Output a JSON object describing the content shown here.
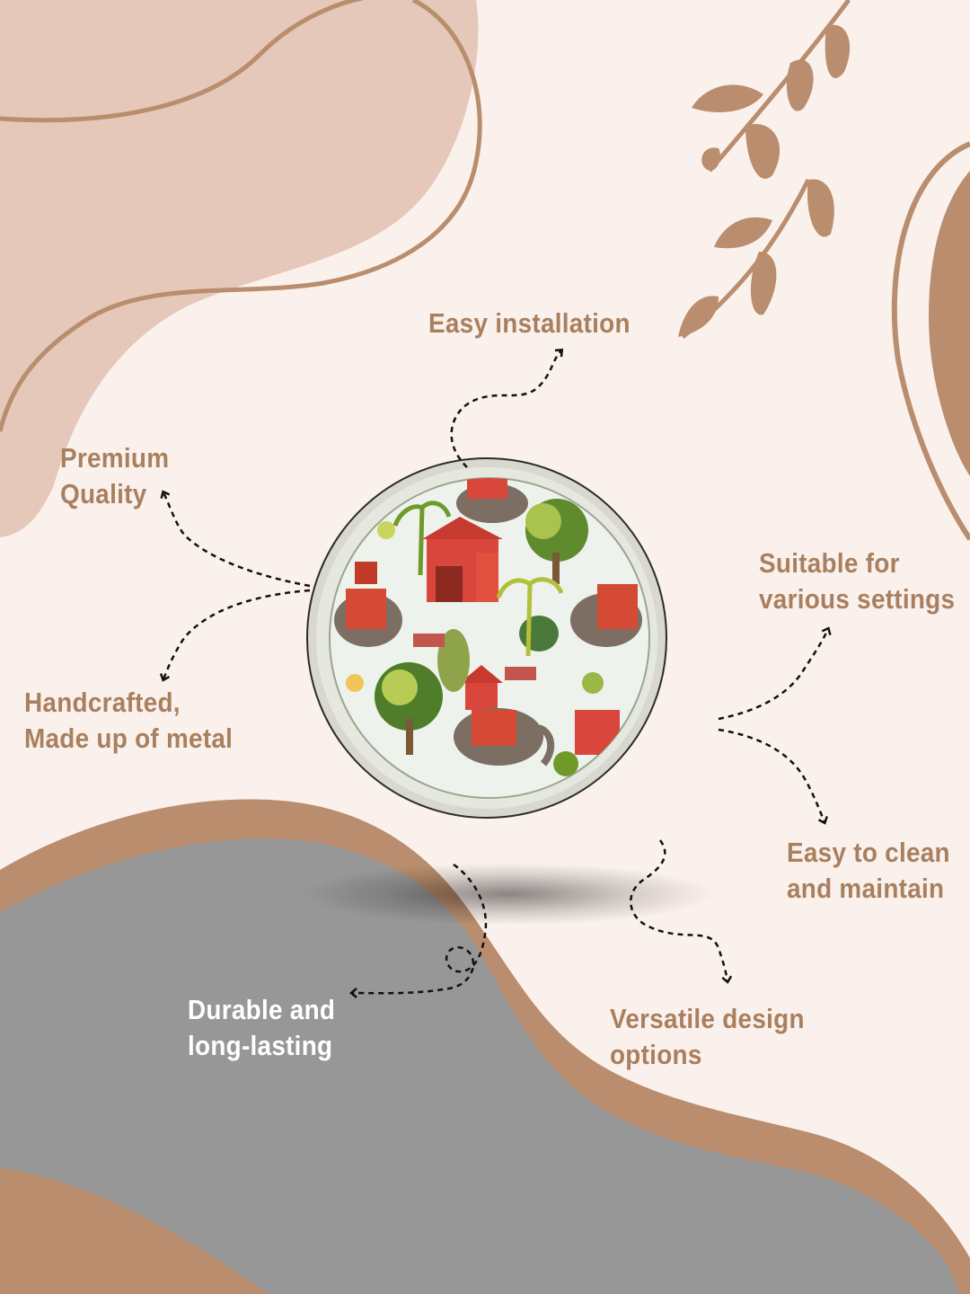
{
  "colors": {
    "background": "#fbf1ec",
    "blush": "#e5c8ba",
    "tan": "#b98d6d",
    "tan_text": "#a9805f",
    "gray": "#979797",
    "white_text": "#ffffff"
  },
  "features": {
    "easy_installation": "Easy installation",
    "premium_quality": [
      "Premium",
      "Quality"
    ],
    "handcrafted": [
      "Handcrafted,",
      "Made up of metal"
    ],
    "suitable": [
      "Suitable for",
      "various settings"
    ],
    "easy_clean": [
      "Easy to clean",
      "and maintain"
    ],
    "durable": [
      "Durable and",
      "long-lasting"
    ],
    "versatile": [
      "Versatile design",
      "options"
    ]
  },
  "product": {
    "image": "round-metal-tray-elephant-palace-print"
  },
  "decor": {
    "icons": [
      "leaf-branch-icon",
      "dashed-arrow-icon"
    ]
  }
}
